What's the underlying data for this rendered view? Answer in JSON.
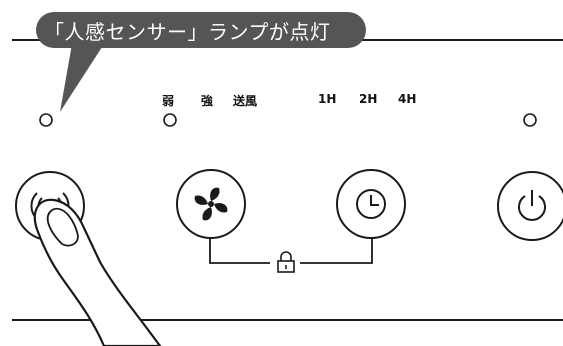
{
  "callout": {
    "text": "「人感センサー」ランプが点灯"
  },
  "panel": {
    "fan_labels": [
      "弱",
      "強",
      "送風"
    ],
    "timer_labels": [
      "1H",
      "2H",
      "4H"
    ],
    "indicators": [
      "sensor-lamp",
      "fan-lamp",
      "power-lamp"
    ],
    "buttons": [
      "sensor-button",
      "fan-button",
      "timer-button",
      "power-button"
    ]
  },
  "icons": {
    "sensor": "sensor-waves-icon",
    "fan": "fan-icon",
    "timer": "clock-icon",
    "power": "power-icon",
    "lock": "lock-icon",
    "finger": "finger-pointing-icon"
  },
  "colors": {
    "callout": "#555555",
    "line": "#1a1a1a",
    "background": "#ffffff"
  }
}
